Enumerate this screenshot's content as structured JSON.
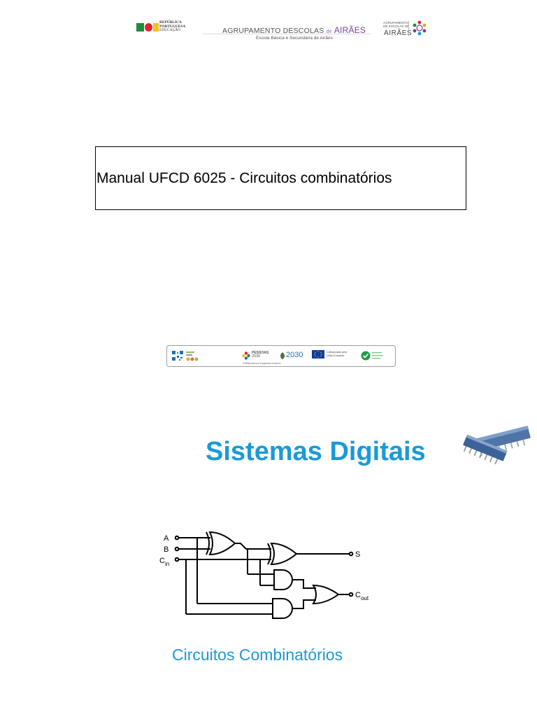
{
  "header": {
    "republic_line1": "REPÚBLICA",
    "republic_line2": "PORTUGUESA",
    "republic_line3": "EDUCAÇÃO",
    "school_title_main": "AGRUPAMENTO DESCOLAS",
    "school_title_de": "de",
    "school_title_place": "AIRÃES",
    "school_subtitle": "Escola Básica e Secundária de Airães",
    "right_logo_small_line1": "AGRUPAMENTO",
    "right_logo_small_line2": "DE ESCOLAS DE",
    "right_logo_name": "AIRÃES",
    "flag_colors": {
      "green": "#1e8b3e",
      "red": "#e3242b",
      "yellow": "#f6c11b"
    }
  },
  "document": {
    "manual_title": "Manual UFCD 6025 - Circuitos combinatórios"
  },
  "funding": {
    "pessoas_label": "PESSOAS",
    "pessoas_year": "2030",
    "portugal_year": "2030",
    "eu_line1": "Cofinanciado pela",
    "eu_line2": "União Europeia",
    "footnote": "Cofinanciado por programas europeus"
  },
  "headline": {
    "title": "Sistemas Digitais",
    "color": "#1a9ad6"
  },
  "circuit": {
    "input_a": "A",
    "input_b": "B",
    "input_c": "C",
    "input_c_sub": "in",
    "output_s": "S",
    "output_cout": "C",
    "output_cout_sub": "out"
  },
  "caption": {
    "subtitle": "Circuitos Combinatórios"
  }
}
